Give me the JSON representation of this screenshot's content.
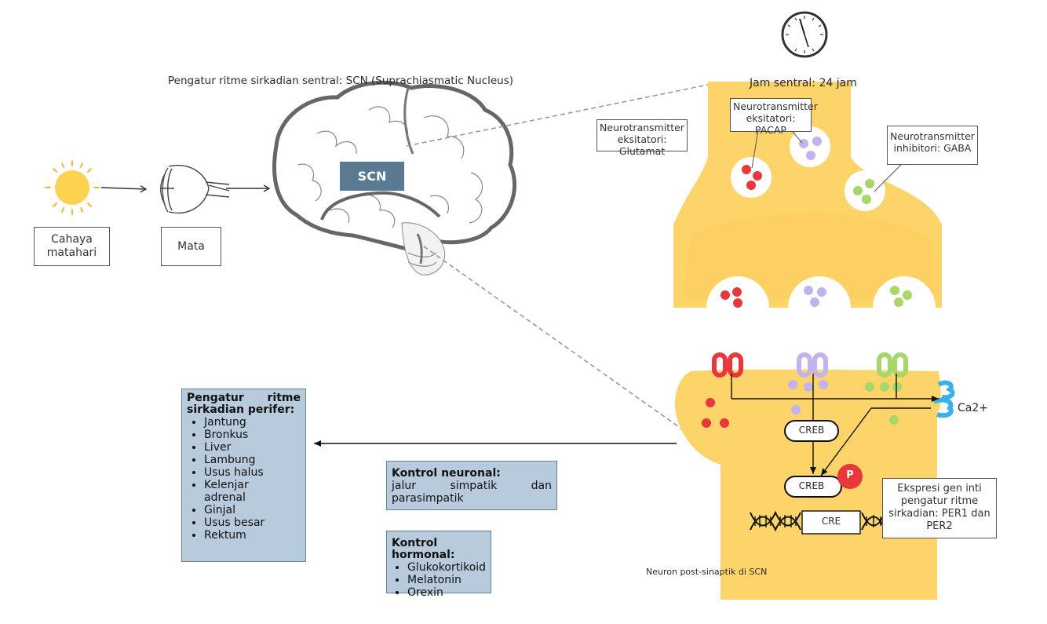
{
  "sun_label": "Cahaya matahari",
  "eye_label": "Mata",
  "brain_title": "Pengatur ritme sirkadian sentral: SCN (Suprachiasmatic Nucleus)",
  "scn_label": "SCN",
  "clock_label": "Jam sentral: 24 jam",
  "nt_glutamate": "Neurotransmitter eksitatori: Glutamat",
  "nt_pacap": "Neurotransmitter eksitatori: PACAP",
  "nt_gaba": "Neurotransmitter inhibitori: GABA",
  "ca_label": "Ca2+",
  "creb_label": "CREB",
  "creb_p_label": "CREB",
  "p_label": "P",
  "cre_label": "CRE",
  "gene_expression": "Ekspresi gen inti pengatur ritme sirkadian: PER1 dan PER2",
  "postsynaptic_caption": "Neuron post-sinaptik di SCN",
  "peripheral": {
    "title_left": "Pengatur",
    "title_right": "ritme",
    "title_line2": "sirkadian perifer:",
    "items": [
      "Jantung",
      "Bronkus",
      "Liver",
      "Lambung",
      "Usus halus",
      "Kelenjar adrenal",
      "Ginjal",
      "Usus besar",
      "Rektum"
    ]
  },
  "neuronal": {
    "title": "Kontrol neuronal:",
    "line1": [
      "jalur",
      "simpatik",
      "dan"
    ],
    "line2": "parasimpatik"
  },
  "hormonal": {
    "title": "Kontrol hormonal:",
    "items": [
      "Glukokortikoid",
      "Melatonin",
      "Orexin"
    ]
  },
  "colors": {
    "neuron": "#fcd46a",
    "glutamate": "#e8383d",
    "pacap": "#c3b3ec",
    "gaba": "#a7d66a",
    "scn_box": "#5a7a94",
    "panel": "#b7cbdc",
    "calcium_channel": "#3ab0e8"
  }
}
